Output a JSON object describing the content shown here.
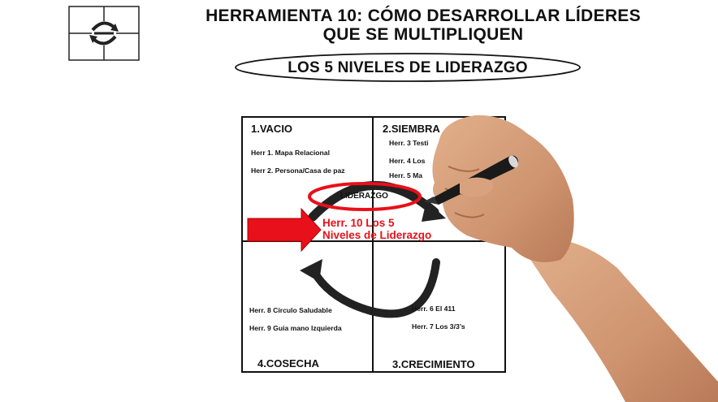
{
  "header": {
    "title_line1": "HERRAMIENTA 10: CÓMO DESARROLLAR LÍDERES",
    "title_line2": "QUE SE MULTIPLIQUEN",
    "subtitle": "LOS 5 NIVELES DE LIDERAZGO"
  },
  "quadrants": {
    "q1": {
      "title": "1.VACIO",
      "items": [
        "Herr 1. Mapa Relacional",
        "Herr 2. Persona/Casa de paz"
      ]
    },
    "q2": {
      "title": "2.SIEMBRA",
      "items": [
        "Herr. 3 Testi",
        "Herr. 4 Los",
        "Herr. 5 Ma"
      ]
    },
    "q3": {
      "title": "3.CRECIMIENTO",
      "items": [
        "Herr. 6 El 411",
        "Herr. 7 Los 3/3’s"
      ]
    },
    "q4": {
      "title": "4.COSECHA",
      "items": [
        "Herr. 8 Circulo Saludable",
        "Herr. 9 Guia mano Izquierda"
      ]
    }
  },
  "center": {
    "label": "LIDERAZGO",
    "highlight_line1": "Herr. 10 Los 5",
    "highlight_line2": "Niveles de Liderazgo"
  },
  "colors": {
    "highlight": "#e8101a",
    "ink": "#111111",
    "skin": "#d49a76"
  }
}
